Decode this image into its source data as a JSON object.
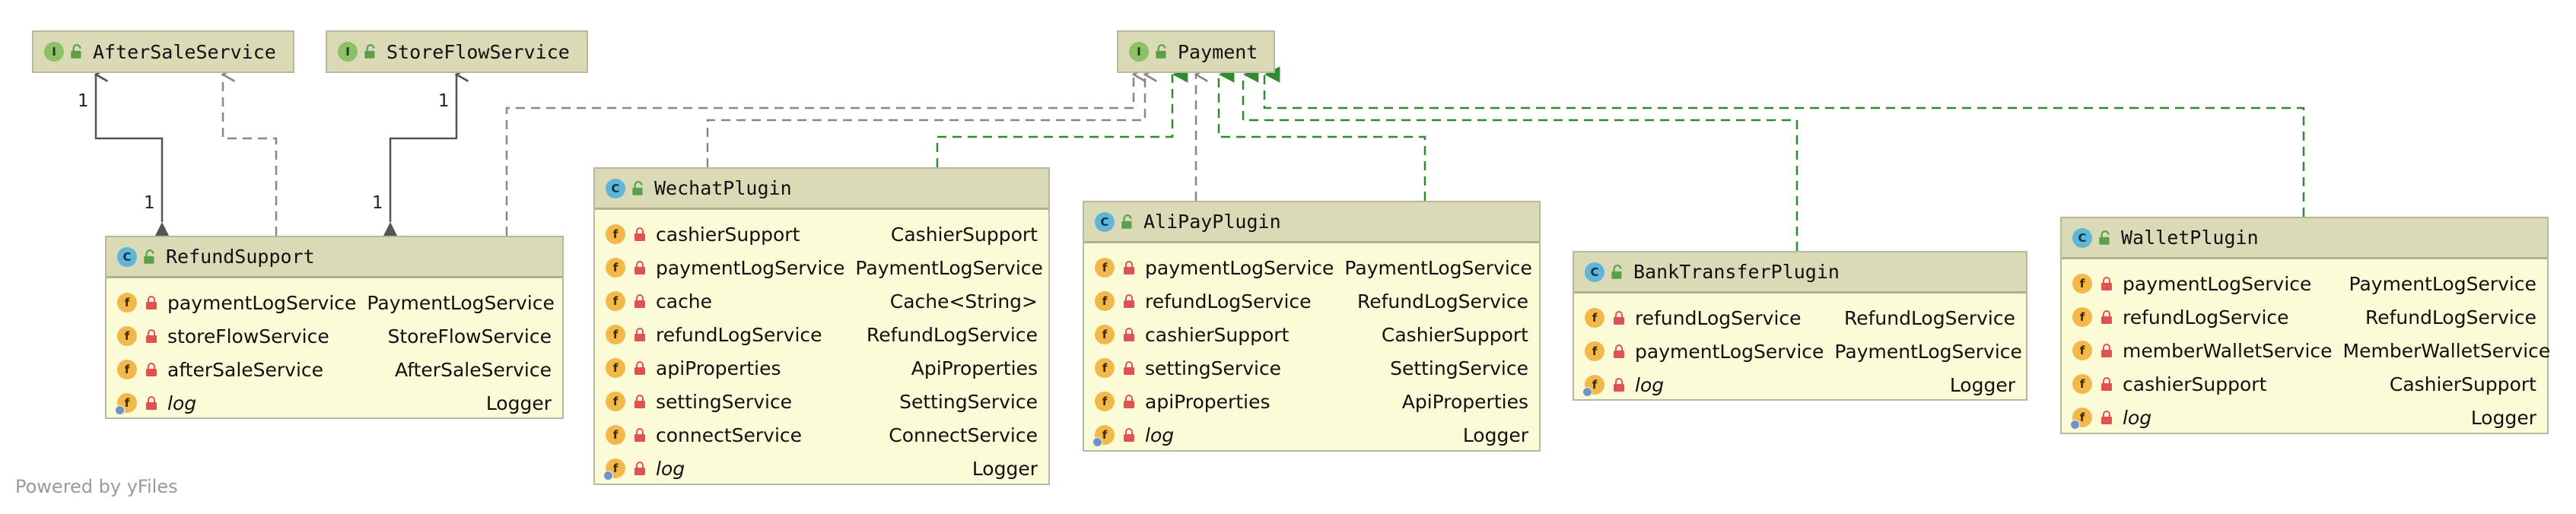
{
  "diagram": {
    "interfaces": [
      {
        "id": "after-sale-service",
        "name": "AfterSaleService",
        "kind": "I"
      },
      {
        "id": "store-flow-service",
        "name": "StoreFlowService",
        "kind": "I"
      },
      {
        "id": "payment",
        "name": "Payment",
        "kind": "I"
      }
    ],
    "classes": [
      {
        "id": "refund-support",
        "name": "RefundSupport",
        "kind": "C",
        "fields": [
          {
            "name": "paymentLogService",
            "type": "PaymentLogService",
            "static": false
          },
          {
            "name": "storeFlowService",
            "type": "StoreFlowService",
            "static": false
          },
          {
            "name": "afterSaleService",
            "type": "AfterSaleService",
            "static": false
          },
          {
            "name": "log",
            "type": "Logger",
            "static": true
          }
        ]
      },
      {
        "id": "wechat-plugin",
        "name": "WechatPlugin",
        "kind": "C",
        "fields": [
          {
            "name": "cashierSupport",
            "type": "CashierSupport",
            "static": false
          },
          {
            "name": "paymentLogService",
            "type": "PaymentLogService",
            "static": false
          },
          {
            "name": "cache",
            "type": "Cache<String>",
            "static": false
          },
          {
            "name": "refundLogService",
            "type": "RefundLogService",
            "static": false
          },
          {
            "name": "apiProperties",
            "type": "ApiProperties",
            "static": false
          },
          {
            "name": "settingService",
            "type": "SettingService",
            "static": false
          },
          {
            "name": "connectService",
            "type": "ConnectService",
            "static": false
          },
          {
            "name": "log",
            "type": "Logger",
            "static": true
          }
        ]
      },
      {
        "id": "alipay-plugin",
        "name": "AliPayPlugin",
        "kind": "C",
        "fields": [
          {
            "name": "paymentLogService",
            "type": "PaymentLogService",
            "static": false
          },
          {
            "name": "refundLogService",
            "type": "RefundLogService",
            "static": false
          },
          {
            "name": "cashierSupport",
            "type": "CashierSupport",
            "static": false
          },
          {
            "name": "settingService",
            "type": "SettingService",
            "static": false
          },
          {
            "name": "apiProperties",
            "type": "ApiProperties",
            "static": false
          },
          {
            "name": "log",
            "type": "Logger",
            "static": true
          }
        ]
      },
      {
        "id": "bank-transfer-plugin",
        "name": "BankTransferPlugin",
        "kind": "C",
        "fields": [
          {
            "name": "refundLogService",
            "type": "RefundLogService",
            "static": false
          },
          {
            "name": "paymentLogService",
            "type": "PaymentLogService",
            "static": false
          },
          {
            "name": "log",
            "type": "Logger",
            "static": true
          }
        ]
      },
      {
        "id": "wallet-plugin",
        "name": "WalletPlugin",
        "kind": "C",
        "fields": [
          {
            "name": "paymentLogService",
            "type": "PaymentLogService",
            "static": false
          },
          {
            "name": "refundLogService",
            "type": "RefundLogService",
            "static": false
          },
          {
            "name": "memberWalletService",
            "type": "MemberWalletService",
            "static": false
          },
          {
            "name": "cashierSupport",
            "type": "CashierSupport",
            "static": false
          },
          {
            "name": "log",
            "type": "Logger",
            "static": true
          }
        ]
      }
    ],
    "relations": [
      {
        "from": "refund-support",
        "to": "after-sale-service",
        "type": "composition",
        "multiplicity_source": "1",
        "multiplicity_target": "1"
      },
      {
        "from": "refund-support",
        "to": "after-sale-service",
        "type": "dependency"
      },
      {
        "from": "refund-support",
        "to": "store-flow-service",
        "type": "composition",
        "multiplicity_source": "1",
        "multiplicity_target": "1"
      },
      {
        "from": "refund-support",
        "to": "payment",
        "type": "dependency"
      },
      {
        "from": "wechat-plugin",
        "to": "payment",
        "type": "dependency"
      },
      {
        "from": "wechat-plugin",
        "to": "payment",
        "type": "implementation"
      },
      {
        "from": "alipay-plugin",
        "to": "payment",
        "type": "dependency"
      },
      {
        "from": "alipay-plugin",
        "to": "payment",
        "type": "implementation"
      },
      {
        "from": "bank-transfer-plugin",
        "to": "payment",
        "type": "implementation"
      },
      {
        "from": "wallet-plugin",
        "to": "payment",
        "type": "implementation"
      }
    ],
    "colors": {
      "node_fill": "#fbfbd8",
      "header_fill": "#dadab6",
      "dependency": "#888888",
      "implementation": "#2e8b2e",
      "composition": "#555555"
    }
  },
  "watermark": "Powered by yFiles"
}
